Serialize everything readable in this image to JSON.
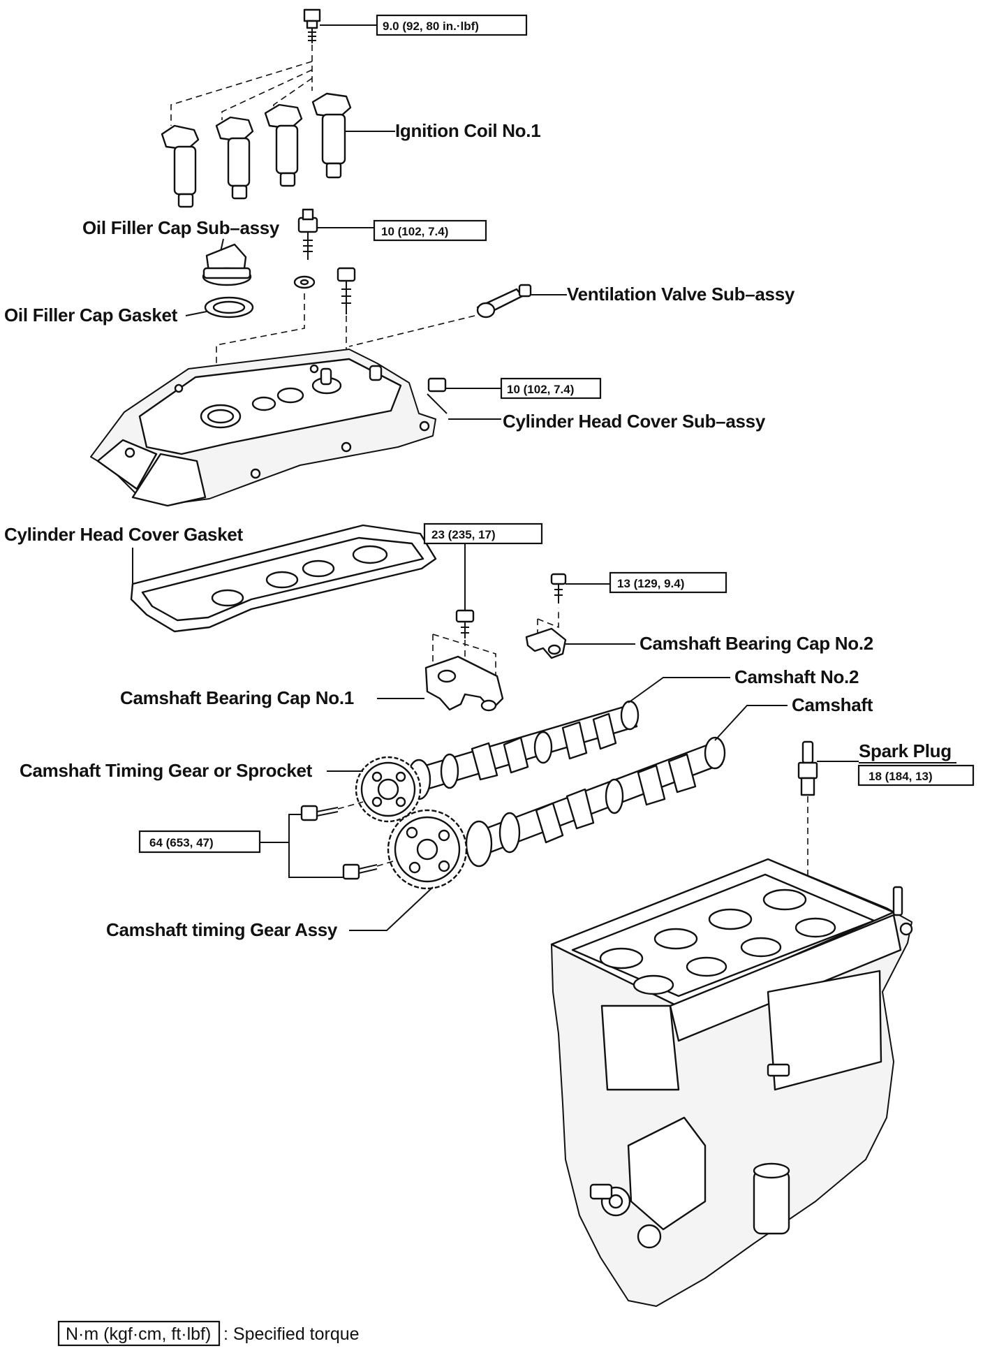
{
  "labels": {
    "ignition_coil": "Ignition Coil No.1",
    "oil_filler_cap": "Oil Filler Cap Sub–assy",
    "oil_filler_gasket": "Oil Filler Cap Gasket",
    "ventilation_valve": "Ventilation Valve Sub–assy",
    "cylinder_head_cover": "Cylinder Head Cover Sub–assy",
    "cover_gasket": "Cylinder Head Cover Gasket",
    "bearing_cap_1": "Camshaft Bearing Cap No.1",
    "bearing_cap_2": "Camshaft Bearing Cap No.2",
    "camshaft_2": "Camshaft No.2",
    "camshaft": "Camshaft",
    "timing_sprocket": "Camshaft Timing Gear or Sprocket",
    "timing_gear_assy": "Camshaft timing Gear Assy",
    "spark_plug": "Spark Plug"
  },
  "torques": {
    "coil_bolt": "9.0 (92, 80 in.·lbf)",
    "cap_bolt": "10 (102, 7.4)",
    "cover_nut": "10 (102, 7.4)",
    "bearing_cap_1_bolt": "23 (235, 17)",
    "bearing_cap_2_bolt": "13 (129, 9.4)",
    "spark_plug": "18 (184, 13)",
    "timing_bolts": "64 (653, 47)"
  },
  "legend": {
    "unit": "N·m (kgf·cm, ft·lbf)",
    "text": ": Specified torque"
  }
}
